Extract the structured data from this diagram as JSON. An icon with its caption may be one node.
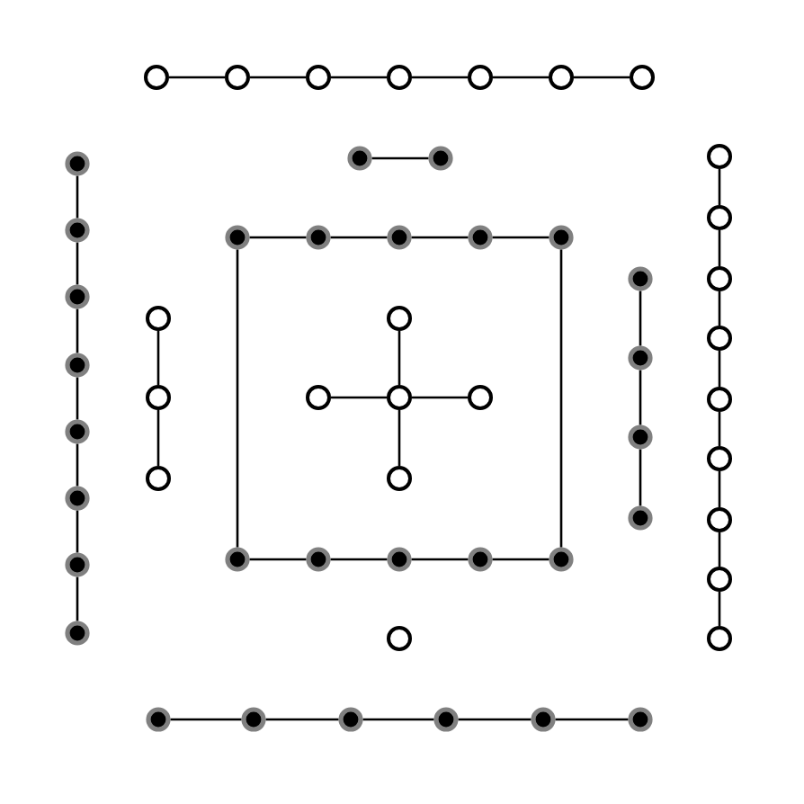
{
  "diagram": {
    "nodes": [
      {
        "text": [],
        "shape": "circle"
      },
      {
        "text": [],
        "shape": "circle"
      },
      {
        "text": [],
        "shape": "circle"
      },
      {
        "text": [],
        "shape": "circle"
      },
      {
        "text": [],
        "shape": "circle"
      },
      {
        "text": [],
        "shape": "circle"
      },
      {
        "text": [],
        "shape": "circle"
      },
      {
        "text": [],
        "shape": "dot"
      },
      {
        "text": [],
        "shape": "dot"
      },
      {
        "text": [],
        "shape": "dot"
      },
      {
        "text": [],
        "shape": "dot"
      },
      {
        "text": [],
        "shape": "dot"
      },
      {
        "text": [],
        "shape": "dot"
      },
      {
        "text": [],
        "shape": "dot"
      },
      {
        "text": [],
        "shape": "dot"
      },
      {
        "text": [],
        "shape": "dot"
      },
      {
        "text": [],
        "shape": "dot"
      },
      {
        "text": [],
        "shape": "circle"
      },
      {
        "text": [],
        "shape": "circle"
      },
      {
        "text": [],
        "shape": "circle"
      },
      {
        "text": [],
        "shape": "circle"
      },
      {
        "text": [],
        "shape": "circle"
      },
      {
        "text": [],
        "shape": "circle"
      },
      {
        "text": [],
        "shape": "circle"
      },
      {
        "text": [],
        "shape": "circle"
      },
      {
        "text": [],
        "shape": "circle"
      },
      {
        "text": [],
        "shape": "dot"
      },
      {
        "text": [],
        "shape": "dot"
      },
      {
        "text": [],
        "shape": "dot"
      },
      {
        "text": [],
        "shape": "dot"
      },
      {
        "text": [],
        "shape": "dot"
      },
      {
        "text": [],
        "shape": "circle"
      },
      {
        "text": [],
        "shape": "circle"
      },
      {
        "text": [],
        "shape": "circle"
      },
      {
        "text": [],
        "shape": "circle"
      },
      {
        "text": [],
        "shape": "circle"
      },
      {
        "text": [],
        "shape": "circle"
      },
      {
        "text": [],
        "shape": "circle"
      },
      {
        "text": [],
        "shape": "circle"
      },
      {
        "text": [],
        "shape": "dot"
      },
      {
        "text": [],
        "shape": "dot"
      },
      {
        "text": [],
        "shape": "dot"
      },
      {
        "text": [],
        "shape": "dot"
      },
      {
        "text": [],
        "shape": "dot"
      },
      {
        "text": [],
        "shape": "dot"
      },
      {
        "text": [],
        "shape": "dot"
      },
      {
        "text": [],
        "shape": "dot"
      },
      {
        "text": [],
        "shape": "dot"
      },
      {
        "text": [],
        "shape": "circle"
      },
      {
        "text": [],
        "shape": "dot"
      },
      {
        "text": [],
        "shape": "dot"
      },
      {
        "text": [],
        "shape": "dot"
      },
      {
        "text": [],
        "shape": "dot"
      },
      {
        "text": [],
        "shape": "dot"
      },
      {
        "text": [],
        "shape": "dot"
      }
    ],
    "edges": [
      {
        "from": 0,
        "to": 1,
        "arrow": "none"
      },
      {
        "from": 1,
        "to": 2,
        "arrow": "none"
      },
      {
        "from": 2,
        "to": 3,
        "arrow": "none"
      },
      {
        "from": 3,
        "to": 4,
        "arrow": "none"
      },
      {
        "from": 4,
        "to": 5,
        "arrow": "none"
      },
      {
        "from": 5,
        "to": 6,
        "arrow": "none"
      },
      {
        "from": 7,
        "to": 8,
        "arrow": "none"
      },
      {
        "from": 9,
        "to": 10,
        "arrow": "none"
      },
      {
        "from": 10,
        "to": 11,
        "arrow": "none"
      },
      {
        "from": 11,
        "to": 12,
        "arrow": "none"
      },
      {
        "from": 12,
        "to": 13,
        "arrow": "none"
      },
      {
        "from": 13,
        "to": 14,
        "arrow": "none"
      },
      {
        "from": 14,
        "to": 15,
        "arrow": "none"
      },
      {
        "from": 15,
        "to": 16,
        "arrow": "none"
      },
      {
        "from": 17,
        "to": 18,
        "arrow": "none"
      },
      {
        "from": 18,
        "to": 19,
        "arrow": "none"
      },
      {
        "from": 19,
        "to": 20,
        "arrow": "none"
      },
      {
        "from": 20,
        "to": 21,
        "arrow": "none"
      },
      {
        "from": 21,
        "to": 22,
        "arrow": "none"
      },
      {
        "from": 22,
        "to": 23,
        "arrow": "none"
      },
      {
        "from": 23,
        "to": 24,
        "arrow": "none"
      },
      {
        "from": 24,
        "to": 25,
        "arrow": "none"
      },
      {
        "from": 26,
        "to": 27,
        "arrow": "none"
      },
      {
        "from": 27,
        "to": 28,
        "arrow": "none"
      },
      {
        "from": 28,
        "to": 29,
        "arrow": "none"
      },
      {
        "from": 29,
        "to": 30,
        "arrow": "none"
      },
      {
        "from": 26,
        "to": 43,
        "arrow": "none"
      },
      {
        "from": 30,
        "to": 47,
        "arrow": "none"
      },
      {
        "from": 31,
        "to": 32,
        "arrow": "none"
      },
      {
        "from": 32,
        "to": 33,
        "arrow": "none"
      },
      {
        "from": 34,
        "to": 36,
        "arrow": "none"
      },
      {
        "from": 35,
        "to": 36,
        "arrow": "none"
      },
      {
        "from": 36,
        "to": 37,
        "arrow": "none"
      },
      {
        "from": 36,
        "to": 38,
        "arrow": "none"
      },
      {
        "from": 39,
        "to": 40,
        "arrow": "none"
      },
      {
        "from": 40,
        "to": 41,
        "arrow": "none"
      },
      {
        "from": 41,
        "to": 42,
        "arrow": "none"
      },
      {
        "from": 43,
        "to": 44,
        "arrow": "none"
      },
      {
        "from": 44,
        "to": 45,
        "arrow": "none"
      },
      {
        "from": 45,
        "to": 46,
        "arrow": "none"
      },
      {
        "from": 46,
        "to": 47,
        "arrow": "none"
      },
      {
        "from": 49,
        "to": 50,
        "arrow": "none"
      },
      {
        "from": 50,
        "to": 51,
        "arrow": "none"
      },
      {
        "from": 51,
        "to": 52,
        "arrow": "none"
      },
      {
        "from": 52,
        "to": 53,
        "arrow": "none"
      },
      {
        "from": 53,
        "to": 54,
        "arrow": "none"
      }
    ]
  }
}
